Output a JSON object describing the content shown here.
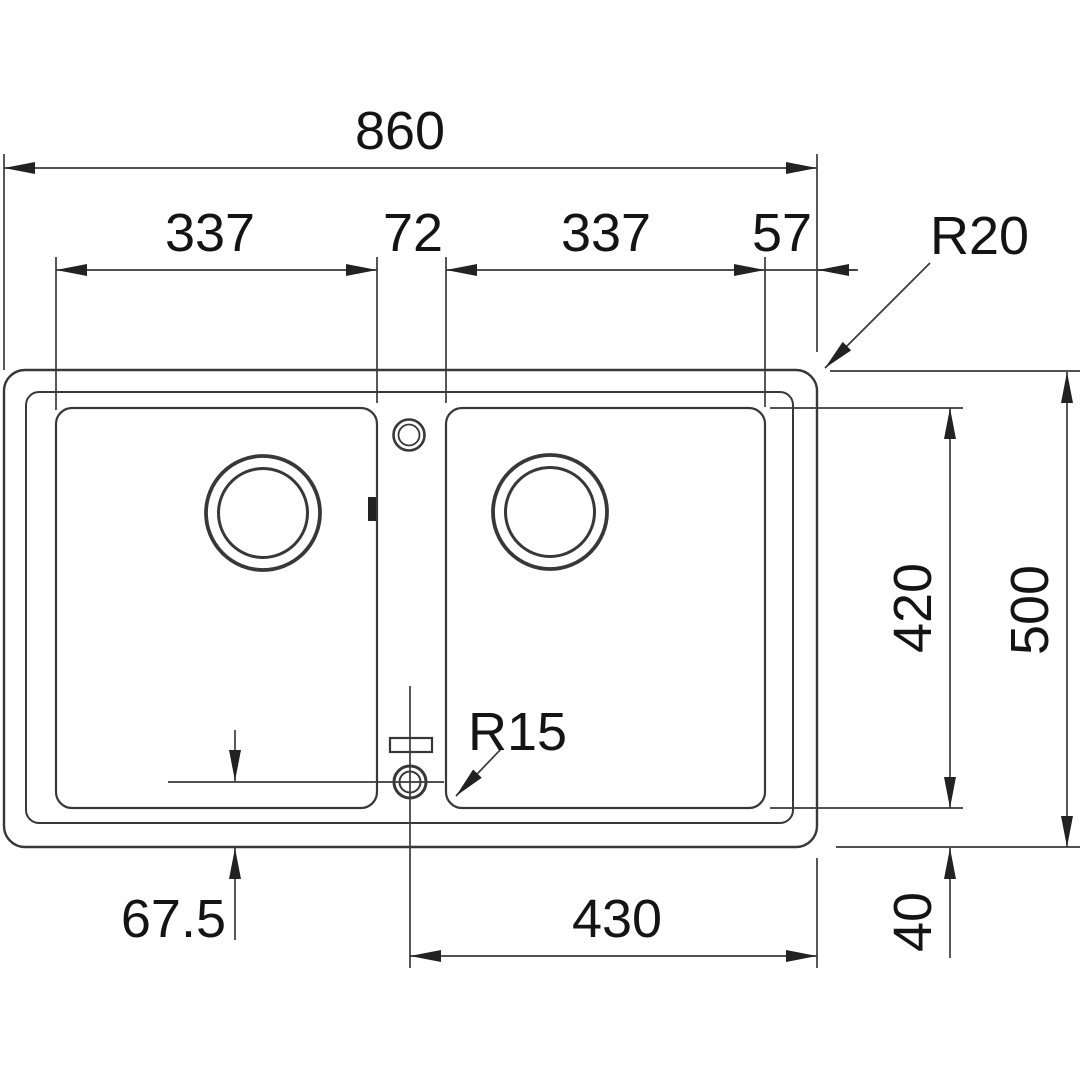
{
  "drawing": {
    "type": "technical-dimension-drawing",
    "subject": "double-bowl-kitchen-sink-top-view",
    "line_color": "#383838",
    "text_color": "#141414",
    "background_color": "#ffffff",
    "labels": {
      "overall_width": "860",
      "left_bowl_width": "337",
      "center_divider_width": "72",
      "right_bowl_width": "337",
      "right_edge_offset": "57",
      "outer_corner_radius": "R20",
      "bowl_corner_radius": "R15",
      "bowl_length": "420",
      "overall_depth": "500",
      "bottom_edge_offset": "40",
      "drain_center_offset": "67.5",
      "drain_center_to_edge": "430"
    }
  }
}
